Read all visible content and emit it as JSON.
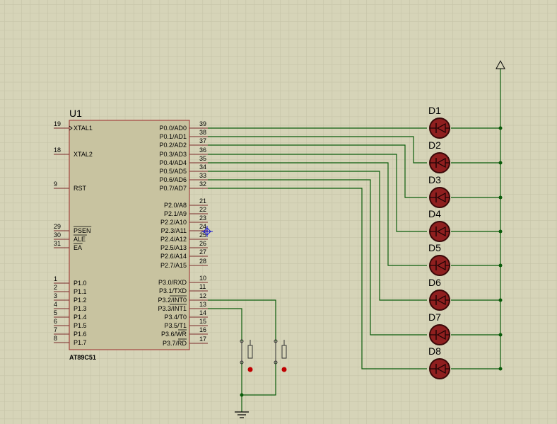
{
  "colors": {
    "background": "#d6d4b8",
    "grid": "#c3c1a5",
    "wire": "#0b5c0b",
    "chip_body": "#c8c3a0",
    "chip_border": "#9c2b2b",
    "led_fill": "#8f1f1f",
    "led_body": "#3a0909",
    "pin_line": "#7a2a2a",
    "button_dot": "#c00000",
    "marker": "#1a1ad0"
  },
  "chip": {
    "ref": "U1",
    "part": "AT89C51",
    "left_pins": [
      {
        "num": "19",
        "name": "XTAL1"
      },
      {
        "num": "18",
        "name": "XTAL2"
      },
      {
        "num": "9",
        "name": "RST"
      },
      {
        "num": "29",
        "name": "PSEN"
      },
      {
        "num": "30",
        "name": "ALE"
      },
      {
        "num": "31",
        "name": "EA"
      },
      {
        "num": "1",
        "name": "P1.0"
      },
      {
        "num": "2",
        "name": "P1.1"
      },
      {
        "num": "3",
        "name": "P1.2"
      },
      {
        "num": "4",
        "name": "P1.3"
      },
      {
        "num": "5",
        "name": "P1.4"
      },
      {
        "num": "6",
        "name": "P1.5"
      },
      {
        "num": "7",
        "name": "P1.6"
      },
      {
        "num": "8",
        "name": "P1.7"
      }
    ],
    "right_pins": [
      {
        "num": "39",
        "name": "P0.0/AD0"
      },
      {
        "num": "38",
        "name": "P0.1/AD1"
      },
      {
        "num": "37",
        "name": "P0.2/AD2"
      },
      {
        "num": "36",
        "name": "P0.3/AD3"
      },
      {
        "num": "35",
        "name": "P0.4/AD4"
      },
      {
        "num": "34",
        "name": "P0.5/AD5"
      },
      {
        "num": "33",
        "name": "P0.6/AD6"
      },
      {
        "num": "32",
        "name": "P0.7/AD7"
      },
      {
        "num": "21",
        "name": "P2.0/A8"
      },
      {
        "num": "22",
        "name": "P2.1/A9"
      },
      {
        "num": "23",
        "name": "P2.2/A10"
      },
      {
        "num": "24",
        "name": "P2.3/A11"
      },
      {
        "num": "25",
        "name": "P2.4/A12"
      },
      {
        "num": "26",
        "name": "P2.5/A13"
      },
      {
        "num": "27",
        "name": "P2.6/A14"
      },
      {
        "num": "28",
        "name": "P2.7/A15"
      },
      {
        "num": "10",
        "name": "P3.0/RXD"
      },
      {
        "num": "11",
        "name": "P3.1/TXD"
      },
      {
        "num": "12",
        "name": "P3.2/INT0"
      },
      {
        "num": "13",
        "name": "P3.3/INT1"
      },
      {
        "num": "14",
        "name": "P3.4/T0"
      },
      {
        "num": "15",
        "name": "P3.5/T1"
      },
      {
        "num": "16",
        "name": "P3.6/WR"
      },
      {
        "num": "17",
        "name": "P3.7/RD"
      }
    ]
  },
  "leds": [
    "D1",
    "D2",
    "D3",
    "D4",
    "D5",
    "D6",
    "D7",
    "D8"
  ]
}
